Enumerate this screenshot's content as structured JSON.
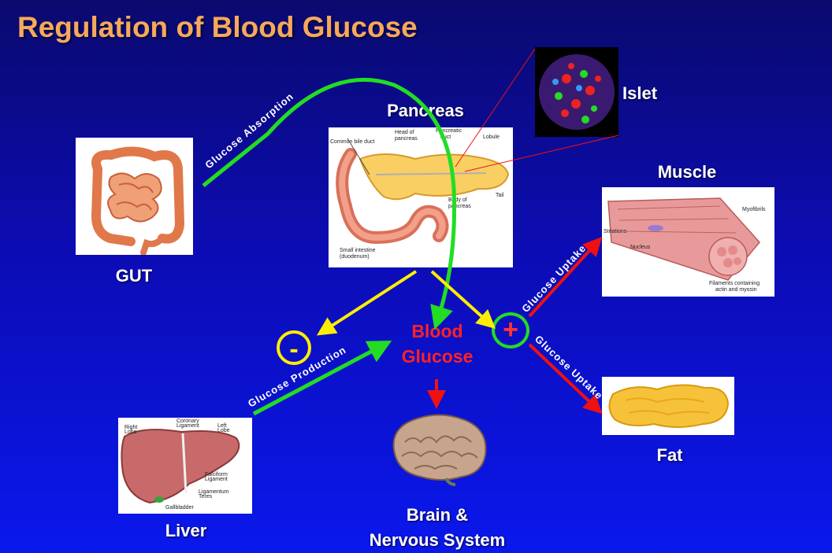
{
  "title": "Regulation of Blood Glucose",
  "organs": {
    "gut": "GUT",
    "pancreas": "Pancreas",
    "islet": "Islet",
    "muscle": "Muscle",
    "fat": "Fat",
    "liver": "Liver",
    "brain_line1": "Brain &",
    "brain_line2": "Nervous System"
  },
  "center": {
    "line1": "Blood",
    "line2": "Glucose"
  },
  "signs": {
    "minus": "-",
    "plus": "+"
  },
  "arrows": {
    "absorption": "Glucose Absorption",
    "production": "Glucose Production",
    "uptake_muscle": "Glucose Uptake",
    "uptake_fat": "Glucose Uptake"
  },
  "pancreas_labels": {
    "common_bile_duct": "Common bile duct",
    "head1": "Head of",
    "head2": "pancreas",
    "duct1": "Pancreatic",
    "duct2": "duct",
    "lobule": "Lobule",
    "tail": "Tail",
    "body1": "Body of",
    "body2": "pancreas",
    "small1": "Small intestine",
    "small2": "(duodenum)"
  },
  "muscle_labels": {
    "myofibrils": "Myofibrils",
    "striations": "Striations",
    "nucleus": "Nucleus",
    "filaments1": "Filaments containing",
    "filaments2": "actin and myosin"
  },
  "liver_labels": {
    "right1": "Right",
    "right2": "Lobe",
    "coronary1": "Coronary",
    "coronary2": "Ligament",
    "left1": "Left",
    "left2": "Lobe",
    "falciform1": "Falciform",
    "falciform2": "Ligament",
    "teres1": "Ligamentum",
    "teres2": "Teres",
    "gallbladder": "Gallbladder"
  },
  "colors": {
    "title": "#f7a85b",
    "blood_glucose": "#ff2222",
    "green_arrow": "#22dd22",
    "yellow_arrow": "#ffee00",
    "red_arrow": "#ee1111"
  }
}
